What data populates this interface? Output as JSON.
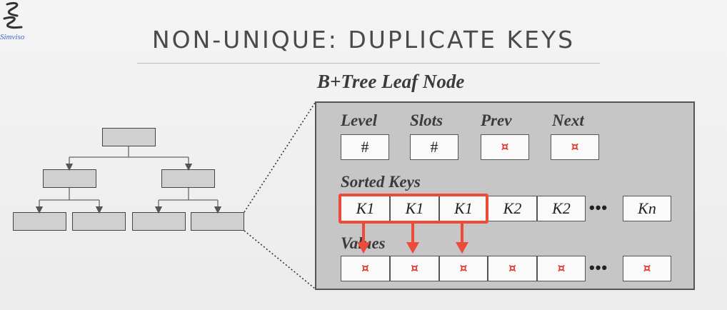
{
  "logo": {
    "text": "Simviso"
  },
  "slide": {
    "title": "NON-UNIQUE: DUPLICATE KEYS",
    "leaf_title": "B+Tree Leaf Node"
  },
  "leaf": {
    "headers": {
      "level": "Level",
      "slots": "Slots",
      "prev": "Prev",
      "next": "Next"
    },
    "level_value": "#",
    "slots_value": "#",
    "pointer_symbol": "¤",
    "sorted_keys_label": "Sorted Keys",
    "keys": [
      "K1",
      "K1",
      "K1",
      "K2",
      "K2",
      "Kn"
    ],
    "values_label": "Values",
    "ellipsis": "•••"
  },
  "colors": {
    "accent": "#ee4a3a",
    "pointer": "#e43a2c",
    "panel": "#c6c6c6"
  }
}
